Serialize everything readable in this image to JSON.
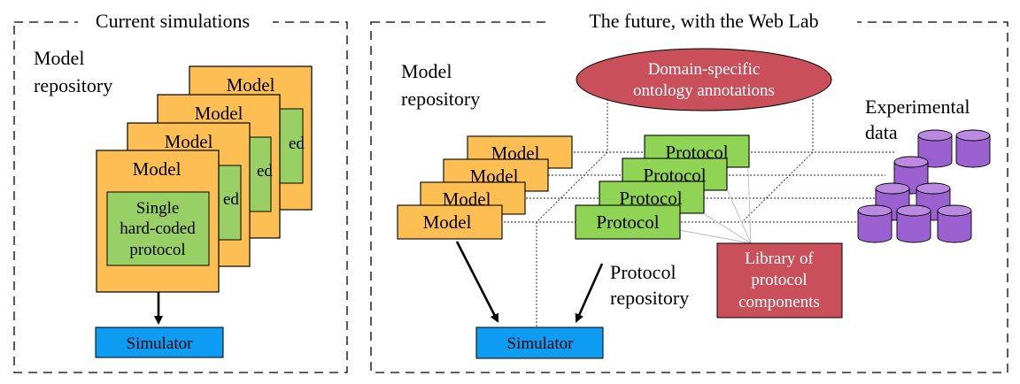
{
  "left_panel": {
    "title": "Current simulations",
    "repo_label_line1": "Model",
    "repo_label_line2": "repository",
    "model_label": "Model",
    "inner_line1": "Single",
    "inner_line2": "hard-coded",
    "inner_line3": "protocol",
    "peek_text_a": "ed",
    "peek_text_b": "ed",
    "peek_text_c": "ed",
    "simulator_label": "Simulator"
  },
  "right_panel": {
    "title": "The future, with the Web Lab",
    "repo_label_line1": "Model",
    "repo_label_line2": "repository",
    "ontology_line1": "Domain-specific",
    "ontology_line2": "ontology annotations",
    "model_label": "Model",
    "protocol_label": "Protocol",
    "protocol_repo_line1": "Protocol",
    "protocol_repo_line2": "repository",
    "library_line1": "Library of",
    "library_line2": "protocol",
    "library_line3": "components",
    "experimental_line1": "Experimental",
    "experimental_line2": "data",
    "simulator_label": "Simulator"
  },
  "colors": {
    "model_fill": "#FDBF54",
    "inner_fill": "#99D066",
    "protocol_fill": "#8FD454",
    "simulator_fill": "#0D9CF2",
    "ontology_fill": "#C9505A",
    "library_fill": "#C9505A",
    "cylinder_fill": "#9B61D0",
    "text_light": "#ffffff"
  }
}
